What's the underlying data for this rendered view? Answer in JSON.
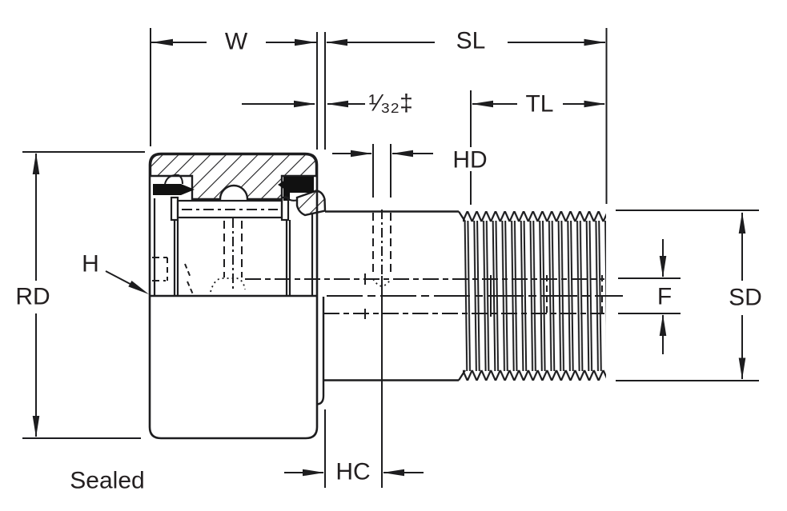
{
  "drawing": {
    "caption": "Sealed",
    "dimensions": {
      "width_label": "W",
      "stud_length_label": "SL",
      "clearance_label": "¹⁄₃₂‡",
      "thread_length_label": "TL",
      "hole_diameter_label": "HD",
      "roller_diameter_label": "RD",
      "hub_label": "H",
      "flat_label": "F",
      "stud_diameter_label": "SD",
      "hole_center_label": "HC"
    },
    "line_color": "#1d1d1f",
    "background_color": "#ffffff"
  }
}
